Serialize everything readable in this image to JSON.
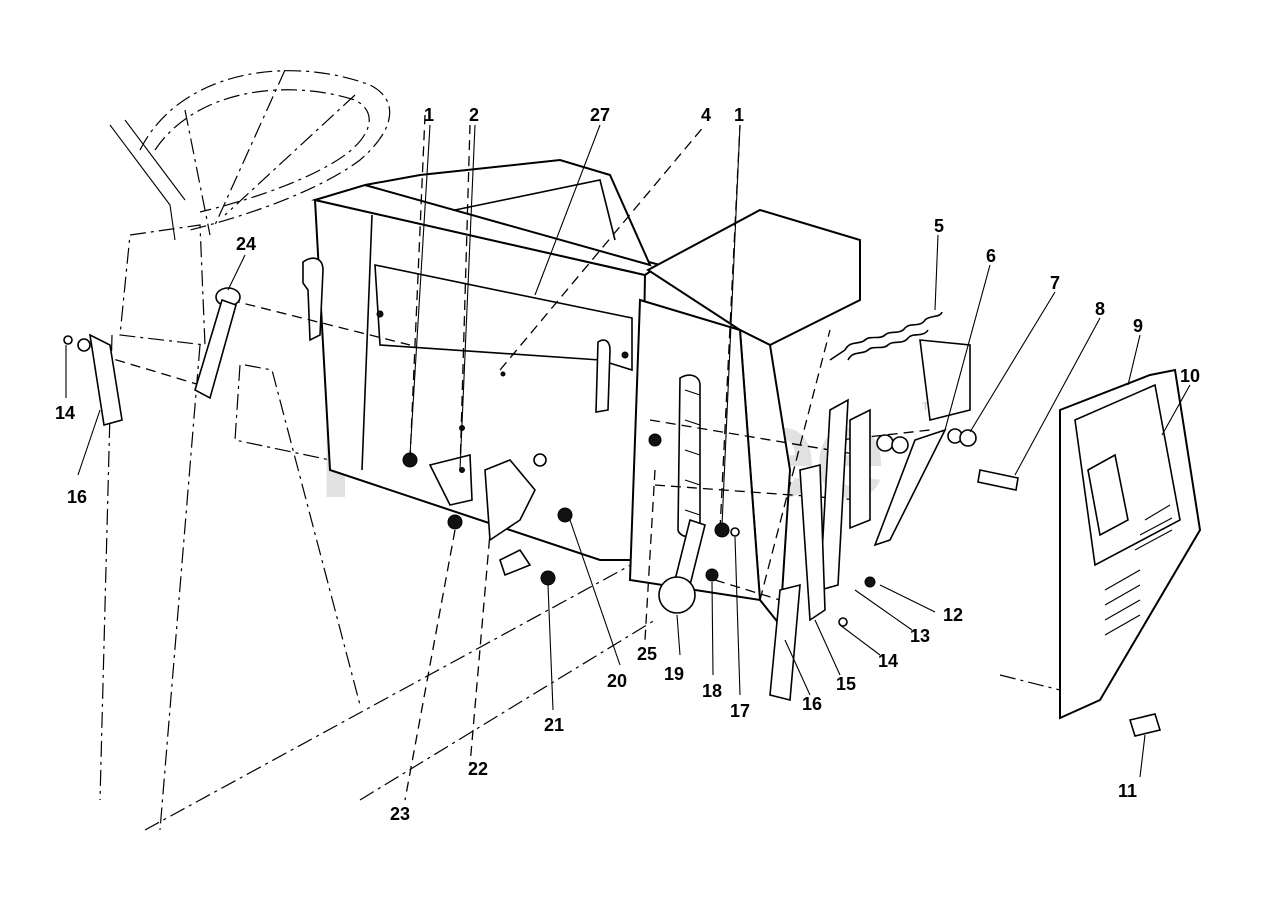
{
  "watermark": {
    "text": "PartsTree",
    "trademark": "TM"
  },
  "callouts": [
    {
      "id": "c1a",
      "label": "1"
    },
    {
      "id": "c2",
      "label": "2"
    },
    {
      "id": "c27",
      "label": "27"
    },
    {
      "id": "c4",
      "label": "4"
    },
    {
      "id": "c1b",
      "label": "1"
    },
    {
      "id": "c5",
      "label": "5"
    },
    {
      "id": "c6",
      "label": "6"
    },
    {
      "id": "c7",
      "label": "7"
    },
    {
      "id": "c8",
      "label": "8"
    },
    {
      "id": "c9",
      "label": "9"
    },
    {
      "id": "c10",
      "label": "10"
    },
    {
      "id": "c24",
      "label": "24"
    },
    {
      "id": "c14a",
      "label": "14"
    },
    {
      "id": "c16a",
      "label": "16"
    },
    {
      "id": "c12",
      "label": "12"
    },
    {
      "id": "c13",
      "label": "13"
    },
    {
      "id": "c14b",
      "label": "14"
    },
    {
      "id": "c15",
      "label": "15"
    },
    {
      "id": "c16b",
      "label": "16"
    },
    {
      "id": "c17",
      "label": "17"
    },
    {
      "id": "c18",
      "label": "18"
    },
    {
      "id": "c19",
      "label": "19"
    },
    {
      "id": "c25",
      "label": "25"
    },
    {
      "id": "c20",
      "label": "20"
    },
    {
      "id": "c21",
      "label": "21"
    },
    {
      "id": "c22",
      "label": "22"
    },
    {
      "id": "c23",
      "label": "23"
    },
    {
      "id": "c11",
      "label": "11"
    }
  ]
}
